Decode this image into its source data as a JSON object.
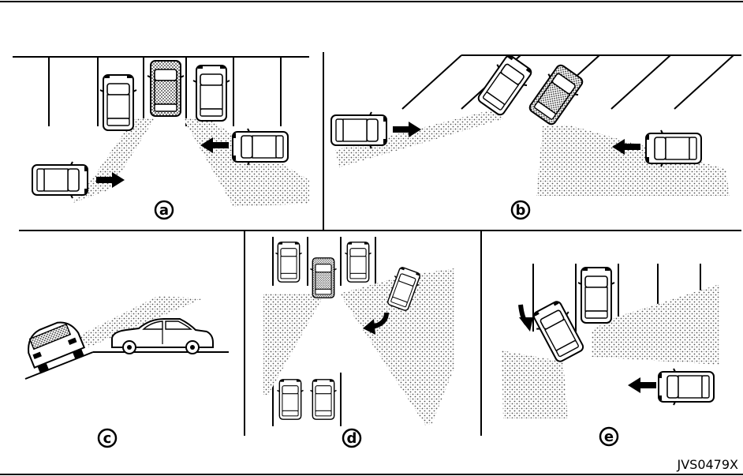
{
  "colors": {
    "ink": "#000000",
    "paper": "#ffffff",
    "stipple": "#7a7a7a"
  },
  "panels": [
    {
      "id": "a",
      "label": "a"
    },
    {
      "id": "b",
      "label": "b"
    },
    {
      "id": "c",
      "label": "c"
    },
    {
      "id": "d",
      "label": "d"
    },
    {
      "id": "e",
      "label": "e"
    }
  ],
  "figure_code": "JVS0479X",
  "icons": [
    "car-top-view",
    "car-side-view",
    "movement-arrow",
    "curved-arrow",
    "dotted-blind-zone"
  ]
}
